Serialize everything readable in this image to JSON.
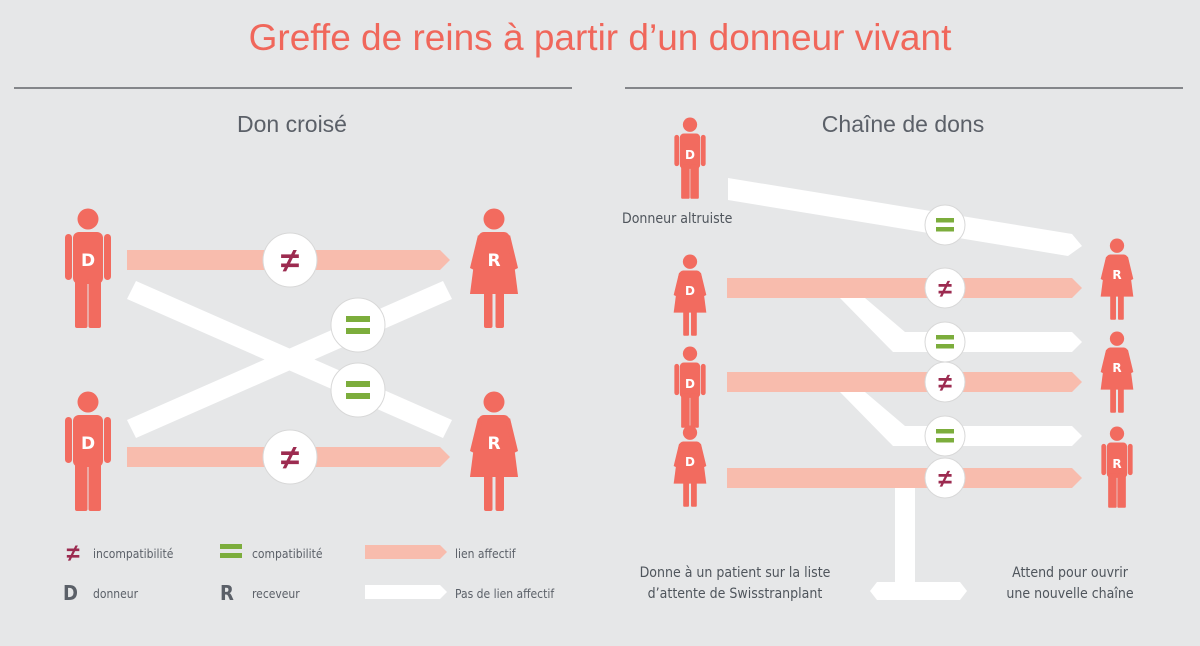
{
  "title": "Greffe de reins à partir d’un donneur vivant",
  "left": {
    "heading": "Don croisé",
    "donor_letter": "D",
    "recipient_letter": "R"
  },
  "right": {
    "heading": "Chaîne de dons",
    "altruistic_label": "Donneur altruiste",
    "bottom_left_line1": "Donne à un patient sur la liste",
    "bottom_left_line2": "d’attente de Swisstranplant",
    "bottom_right_line1": "Attend pour ouvrir",
    "bottom_right_line2": "une nouvelle chaîne"
  },
  "symbols": {
    "neq": "≠",
    "eq": "=",
    "D": "D",
    "R": "R"
  },
  "legend": {
    "incompatibility": "incompatibilité",
    "compatibility": "compatibilité",
    "emotional_link": "lien affectif",
    "donor": "donneur",
    "recipient": "receveur",
    "no_emotional_link": "Pas de lien affectif"
  },
  "colors": {
    "figure": "#f26b5f",
    "emotional_link": "#f8bcad",
    "no_link": "#ffffff",
    "compatible": "#7cad3c",
    "incompatible": "#9c2b50",
    "title": "#f0675b"
  }
}
